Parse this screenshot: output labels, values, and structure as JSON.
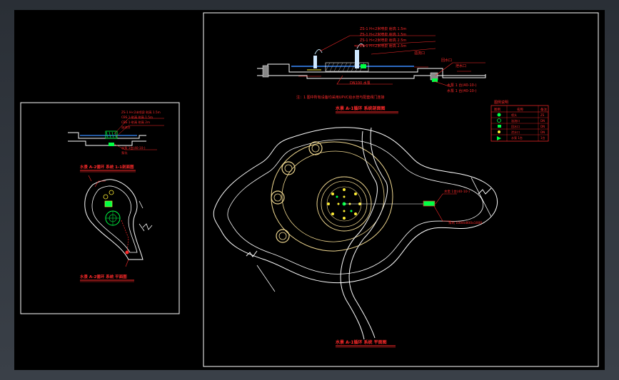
{
  "drawing": {
    "small_section_title": "水景 A-2循环 系统 1-1剖面图",
    "small_plan_title": "水景 A-2循环 系统 平面图",
    "large_section_title": "水景 A-1循环 系统剖面图",
    "large_plan_title": "水景 A-1循环 系统 平面图",
    "large_section_callouts": [
      "ZS-1 H<2米喷泉 射高 1.5m",
      "ZS-1 H<2米喷泉 射高 1.5m",
      "ZS-1 H<2米喷泉 射高 2.5m",
      "ZS-1 H<2米喷泉 射高 2.5m",
      "溢流口",
      "回水口",
      "泄水口",
      "DN100 水泵",
      "水泵 1 台(40-10-)",
      "水泵 1 台(40-10-)"
    ],
    "large_section_note": "注：1 图中所有设备均采用UPVC给水管与配套阀门连接",
    "small_section_callouts": [
      "ZS-1 H<2米喷泉 射高 1.5m",
      "CBS 1-射高 射高 1.5m",
      "CBS 1-射高 射高 2m",
      "溢流口",
      "水泵 1台(40-10-)",
      "泵坑"
    ],
    "plan_callouts": [
      "水泵 1台(40-10-)",
      "泵坑 1000x800x1000"
    ],
    "legend": {
      "title": "图例说明",
      "headers": [
        "图例",
        "名称",
        "备注"
      ],
      "rows": [
        [
          "",
          "喷头",
          "ZS"
        ],
        [
          "",
          "溢流口",
          "DN"
        ],
        [
          "",
          "回水口",
          "DN"
        ],
        [
          "",
          "泄水口",
          "DN"
        ],
        [
          "",
          "水泵 1台",
          "1台"
        ]
      ]
    },
    "colors": {
      "background": "#000000",
      "frame": "#ffffff",
      "annotation": "#ff2a2a",
      "outline": "#ffffff",
      "pool_edge": "#f0d890",
      "nozzle": "#ffee33",
      "pipe": "#00ff44",
      "water": "#3a8cff"
    }
  }
}
